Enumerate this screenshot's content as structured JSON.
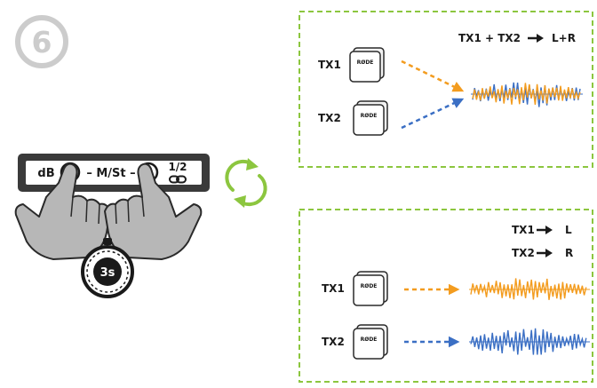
{
  "step": {
    "number": "6"
  },
  "control": {
    "db_label": "dB",
    "mode_label": "– M/St –",
    "pair_label": "1/2"
  },
  "timer": {
    "label": "3s"
  },
  "mono_panel": {
    "title_left": "TX1 + TX2",
    "title_right": "L+R",
    "tx1": "TX1",
    "tx2": "TX2",
    "device_brand": "RØDE"
  },
  "stereo_panel": {
    "map1_left": "TX1",
    "map1_right": "L",
    "map2_left": "TX2",
    "map2_right": "R",
    "tx1": "TX1",
    "tx2": "TX2",
    "device_brand": "RØDE"
  },
  "colors": {
    "panel_border": "#8cc63f",
    "cycle_arrows": "#8cc63f",
    "tx1_wave": "#f39c1f",
    "tx2_wave": "#3b6fc4",
    "step_circle": "#cccccc"
  }
}
